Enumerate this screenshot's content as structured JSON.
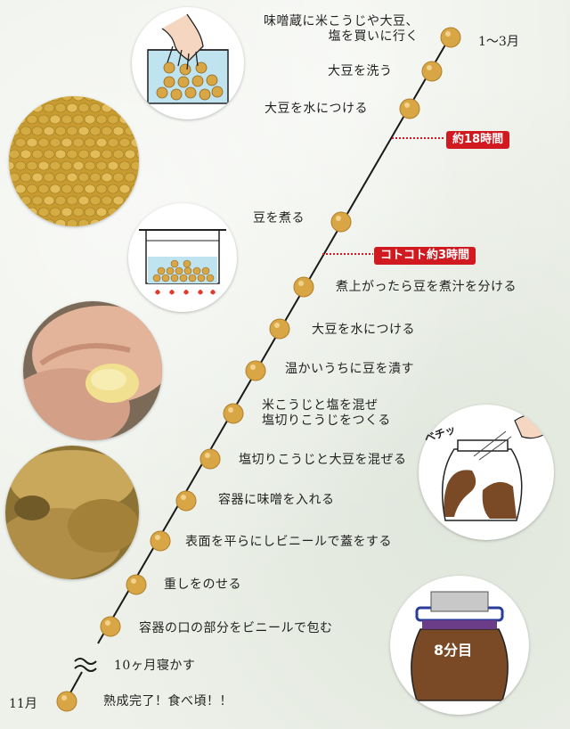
{
  "steps": [
    {
      "text": "味噌蔵に米こうじや大豆、\n塩を買いに行く"
    },
    {
      "text": "大豆を洗う"
    },
    {
      "text": "大豆を水につける"
    },
    {
      "text": "豆を煮る"
    },
    {
      "text": "煮上がったら豆を煮汁を分ける"
    },
    {
      "text": "大豆を水につける"
    },
    {
      "text": "温かいうちに豆を潰す"
    },
    {
      "text": "米こうじと塩を混ぜ\n塩切りこうじをつくる"
    },
    {
      "text": "塩切りこうじと大豆を混ぜる"
    },
    {
      "text": "容器に味噌を入れる"
    },
    {
      "text": "表面を平らにしビニールで蓋をする"
    },
    {
      "text": "重しをのせる"
    },
    {
      "text": "容器の口の部分をビニールで包む"
    },
    {
      "text": "10ヶ月寝かす"
    },
    {
      "text": "熟成完了！食べ頃！！"
    }
  ],
  "dates": {
    "start": "1〜3月",
    "end": "11月"
  },
  "durations": [
    "約18時間",
    "コトコト約3時間"
  ],
  "splat_text": "ベチッ",
  "fill_label": "8分目",
  "colors": {
    "bean": "#d9a645",
    "line": "#1a1a1a",
    "accent": "#d11a1f",
    "water": "#bfe3ef",
    "miso": "#7a4a26"
  }
}
